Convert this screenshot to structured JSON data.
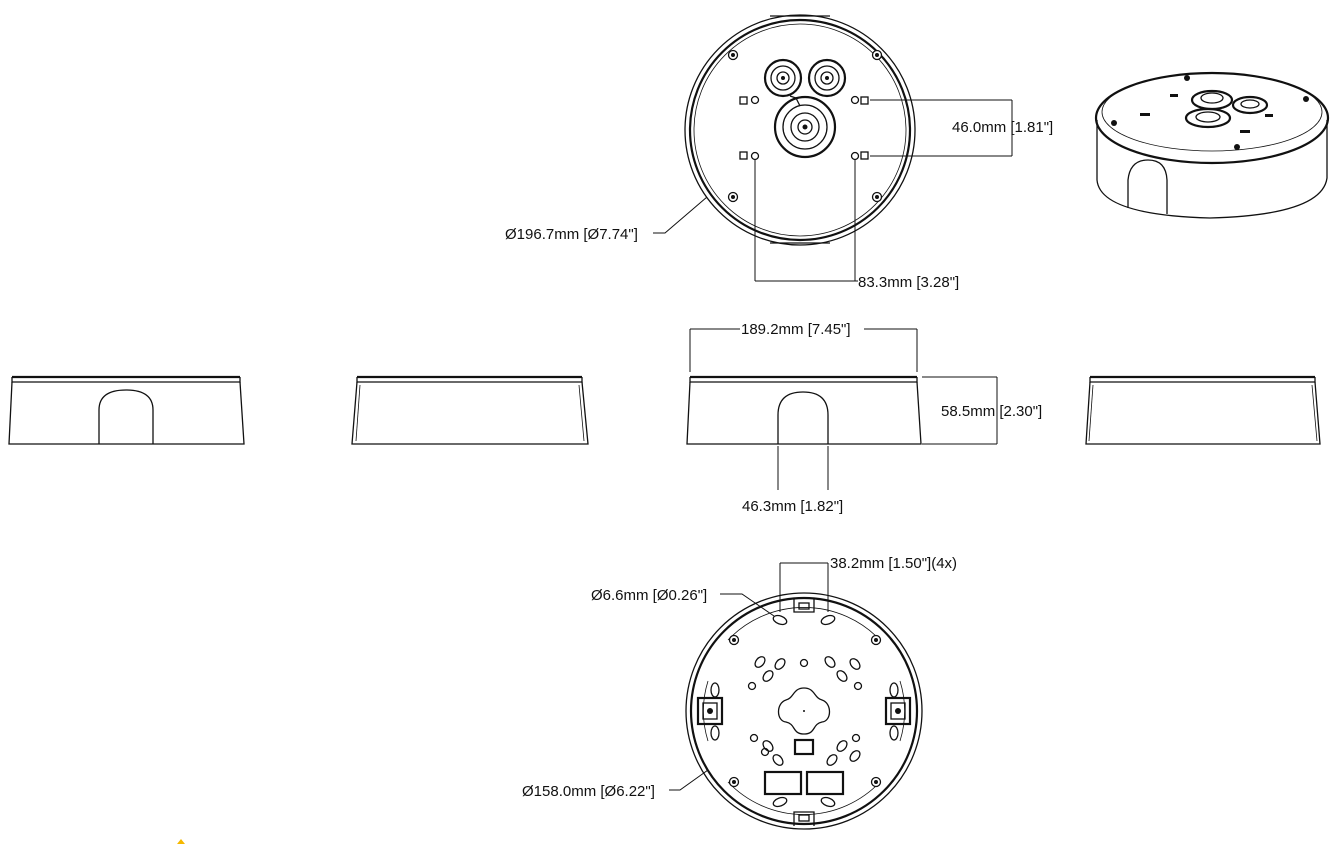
{
  "dimensions": {
    "diameter_top": "Ø196.7mm [Ø7.74\"]",
    "hole_spacing_vertical": "46.0mm [1.81\"]",
    "hole_spacing_horizontal": "83.3mm [3.28\"]",
    "width_side": "189.2mm [7.45\"]",
    "height_side": "58.5mm [2.30\"]",
    "cable_opening_width": "46.3mm [1.82\"]",
    "slot_spacing": "38.2mm [1.50\"](4x)",
    "hole_diameter": "Ø6.6mm [Ø0.26\"]",
    "diameter_bottom": "Ø158.0mm [Ø6.22\"]"
  },
  "colors": {
    "line": "#111111",
    "background": "#ffffff",
    "marker": "#f5b800"
  }
}
